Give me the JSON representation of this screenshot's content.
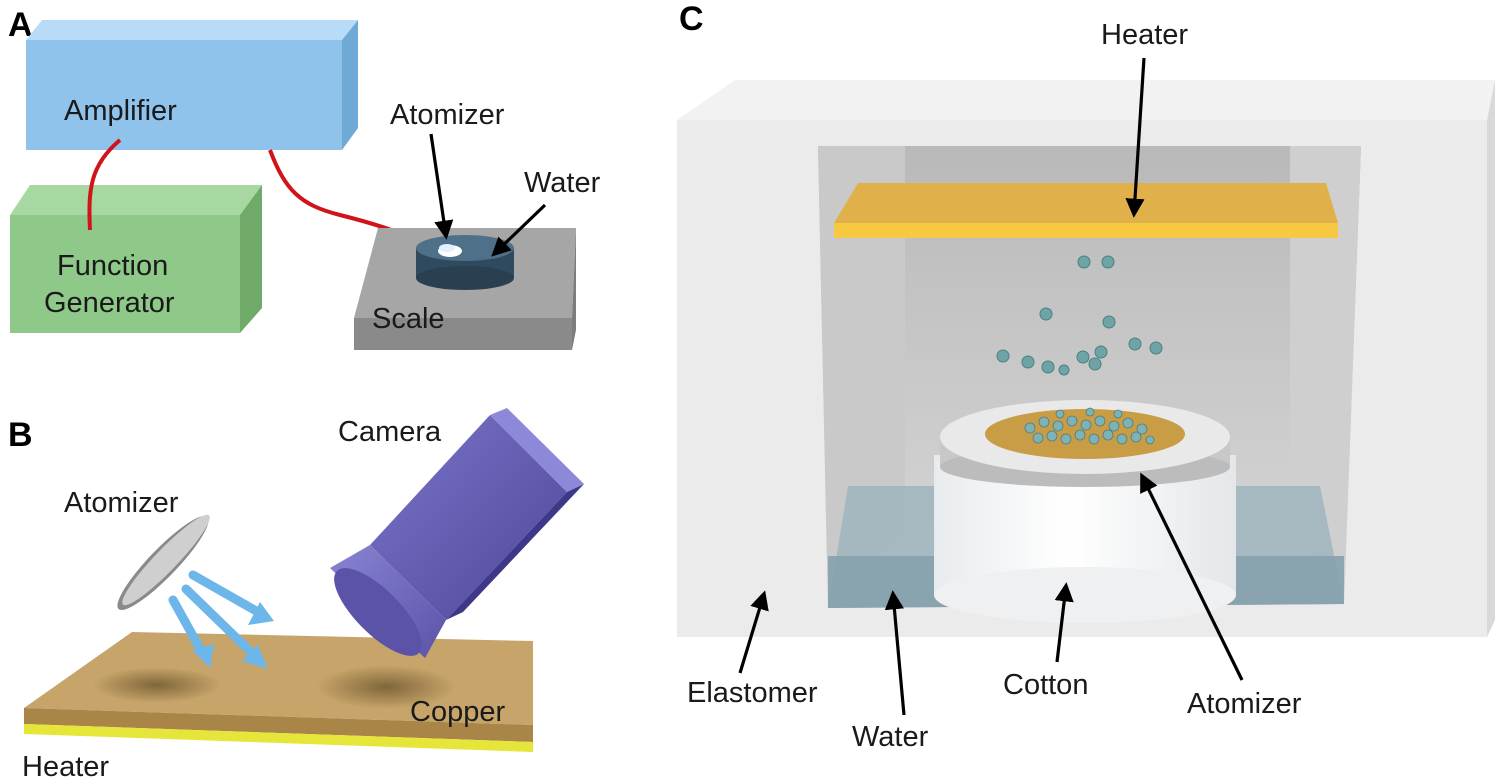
{
  "panels": {
    "a": {
      "letter": "A",
      "labels": {
        "amplifier": "Amplifier",
        "function_generator_line1": "Function",
        "function_generator_line2": "Generator",
        "atomizer": "Atomizer",
        "water": "Water",
        "scale": "Scale"
      }
    },
    "b": {
      "letter": "B",
      "labels": {
        "camera": "Camera",
        "atomizer": "Atomizer",
        "copper": "Copper",
        "heater": "Heater"
      }
    },
    "c": {
      "letter": "C",
      "labels": {
        "heater": "Heater",
        "elastomer": "Elastomer",
        "water": "Water",
        "cotton": "Cotton",
        "atomizer": "Atomizer"
      }
    }
  },
  "colors": {
    "amplifier": "#8fc3ec",
    "function_generator": "#8fc98a",
    "wire": "#d0141a",
    "scale": "#9c9c9c",
    "camera": "#6a63b8",
    "copper": "#c7a56a",
    "heater_strip": "#e6e63a",
    "heater_plate": "#f2bf3a",
    "spray": "#6cb6ea",
    "elastomer": "#ececec",
    "cotton": "#f7f7f7",
    "droplet": "#6fa4a6"
  }
}
